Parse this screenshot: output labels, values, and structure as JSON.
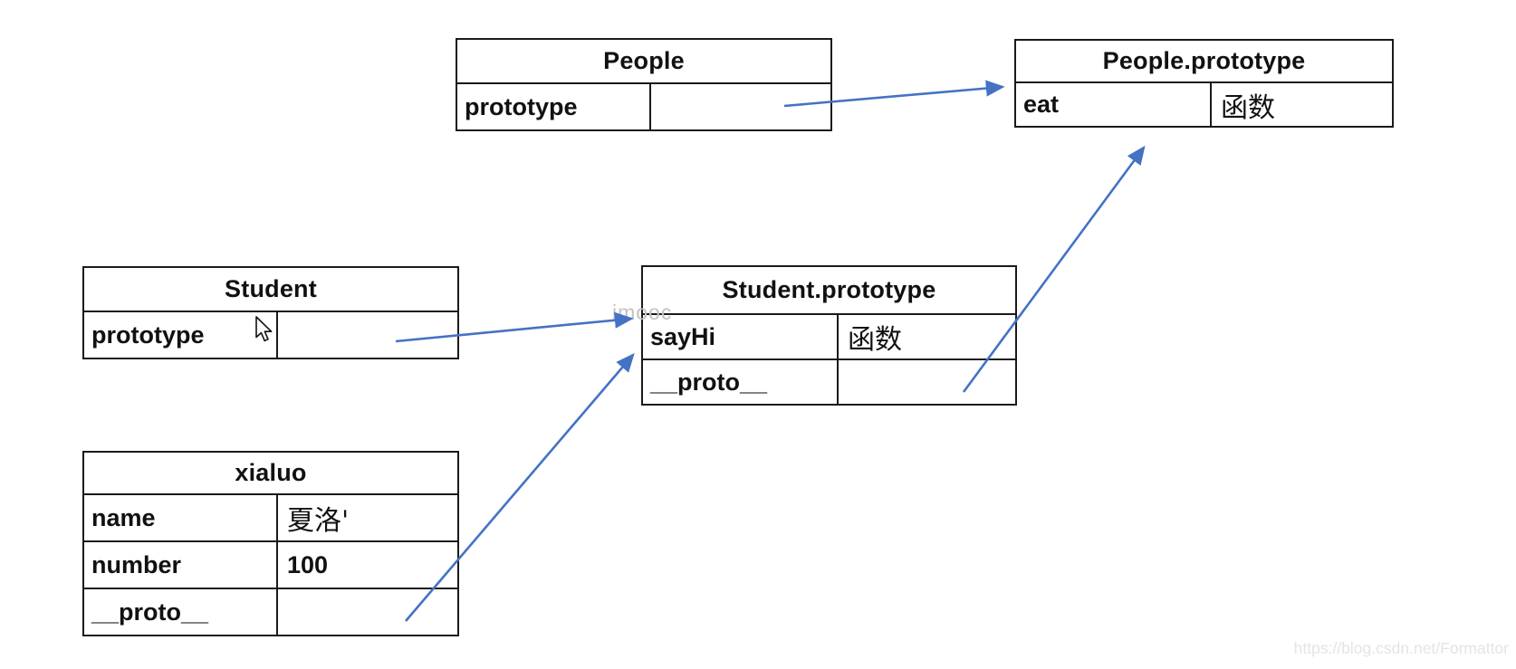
{
  "diagram": {
    "tables": {
      "people": {
        "title": "People",
        "rows": [
          {
            "key": "prototype",
            "value": ""
          }
        ]
      },
      "people_prototype": {
        "title": "People.prototype",
        "rows": [
          {
            "key": "eat",
            "value": "函数"
          }
        ]
      },
      "student": {
        "title": "Student",
        "rows": [
          {
            "key": "prototype",
            "value": ""
          }
        ]
      },
      "student_prototype": {
        "title": "Student.prototype",
        "rows": [
          {
            "key": "sayHi",
            "value": "函数"
          },
          {
            "key": "__proto__",
            "value": ""
          }
        ]
      },
      "xialuo": {
        "title": "xialuo",
        "rows": [
          {
            "key": "name",
            "value": "夏洛'"
          },
          {
            "key": "number",
            "value": "100"
          },
          {
            "key": "__proto__",
            "value": ""
          }
        ]
      }
    },
    "edges": [
      {
        "from": "People.prototype (property cell)",
        "to": "People.prototype (object table)"
      },
      {
        "from": "Student.prototype (property cell)",
        "to": "Student.prototype (object table)"
      },
      {
        "from": "xialuo.__proto__",
        "to": "Student.prototype (object table)"
      },
      {
        "from": "Student.prototype.__proto__",
        "to": "People.prototype (object table)"
      }
    ],
    "colors": {
      "arrow": "#4472C4",
      "border": "#1a1a1a",
      "watermark_gray": "#c2c2c2",
      "watermark_faint": "#e6e3e3"
    },
    "watermarks": {
      "imooc": "imooc",
      "csdn_url": "https://blog.csdn.net/Formattor"
    }
  }
}
